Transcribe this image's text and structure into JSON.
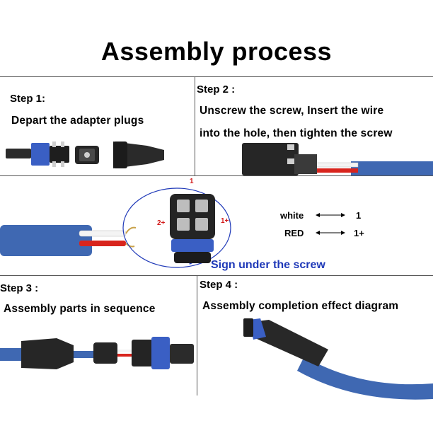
{
  "title": "Assembly process",
  "steps": [
    {
      "label": "Step 1:",
      "desc": "Depart the  adapter plugs"
    },
    {
      "label": "Step 2 :",
      "desc_line1": "Unscrew the screw, Insert the wire",
      "desc_line2": "into the hole,   then  tighten the screw"
    },
    {
      "label": "Step 3 :",
      "desc": "Assembly parts in sequence"
    },
    {
      "label": "Step 4 :",
      "desc": "Assembly completion effect diagram"
    }
  ],
  "wiring": {
    "legend": [
      {
        "wire": "white",
        "terminal": "1"
      },
      {
        "wire": "RED",
        "terminal": "1+"
      }
    ],
    "pins": {
      "top": "1",
      "left": "2+",
      "right": "1+"
    },
    "note": "Sign under the screw"
  },
  "colors": {
    "cable_blue": "#3f68b2",
    "ring_blue": "#3a5fc4",
    "note_blue": "#1f39b8",
    "pin_red": "#d21a1a",
    "wire_red": "#d8241d"
  },
  "icons": [
    "double-arrow-icon",
    "double-arrow-icon"
  ]
}
